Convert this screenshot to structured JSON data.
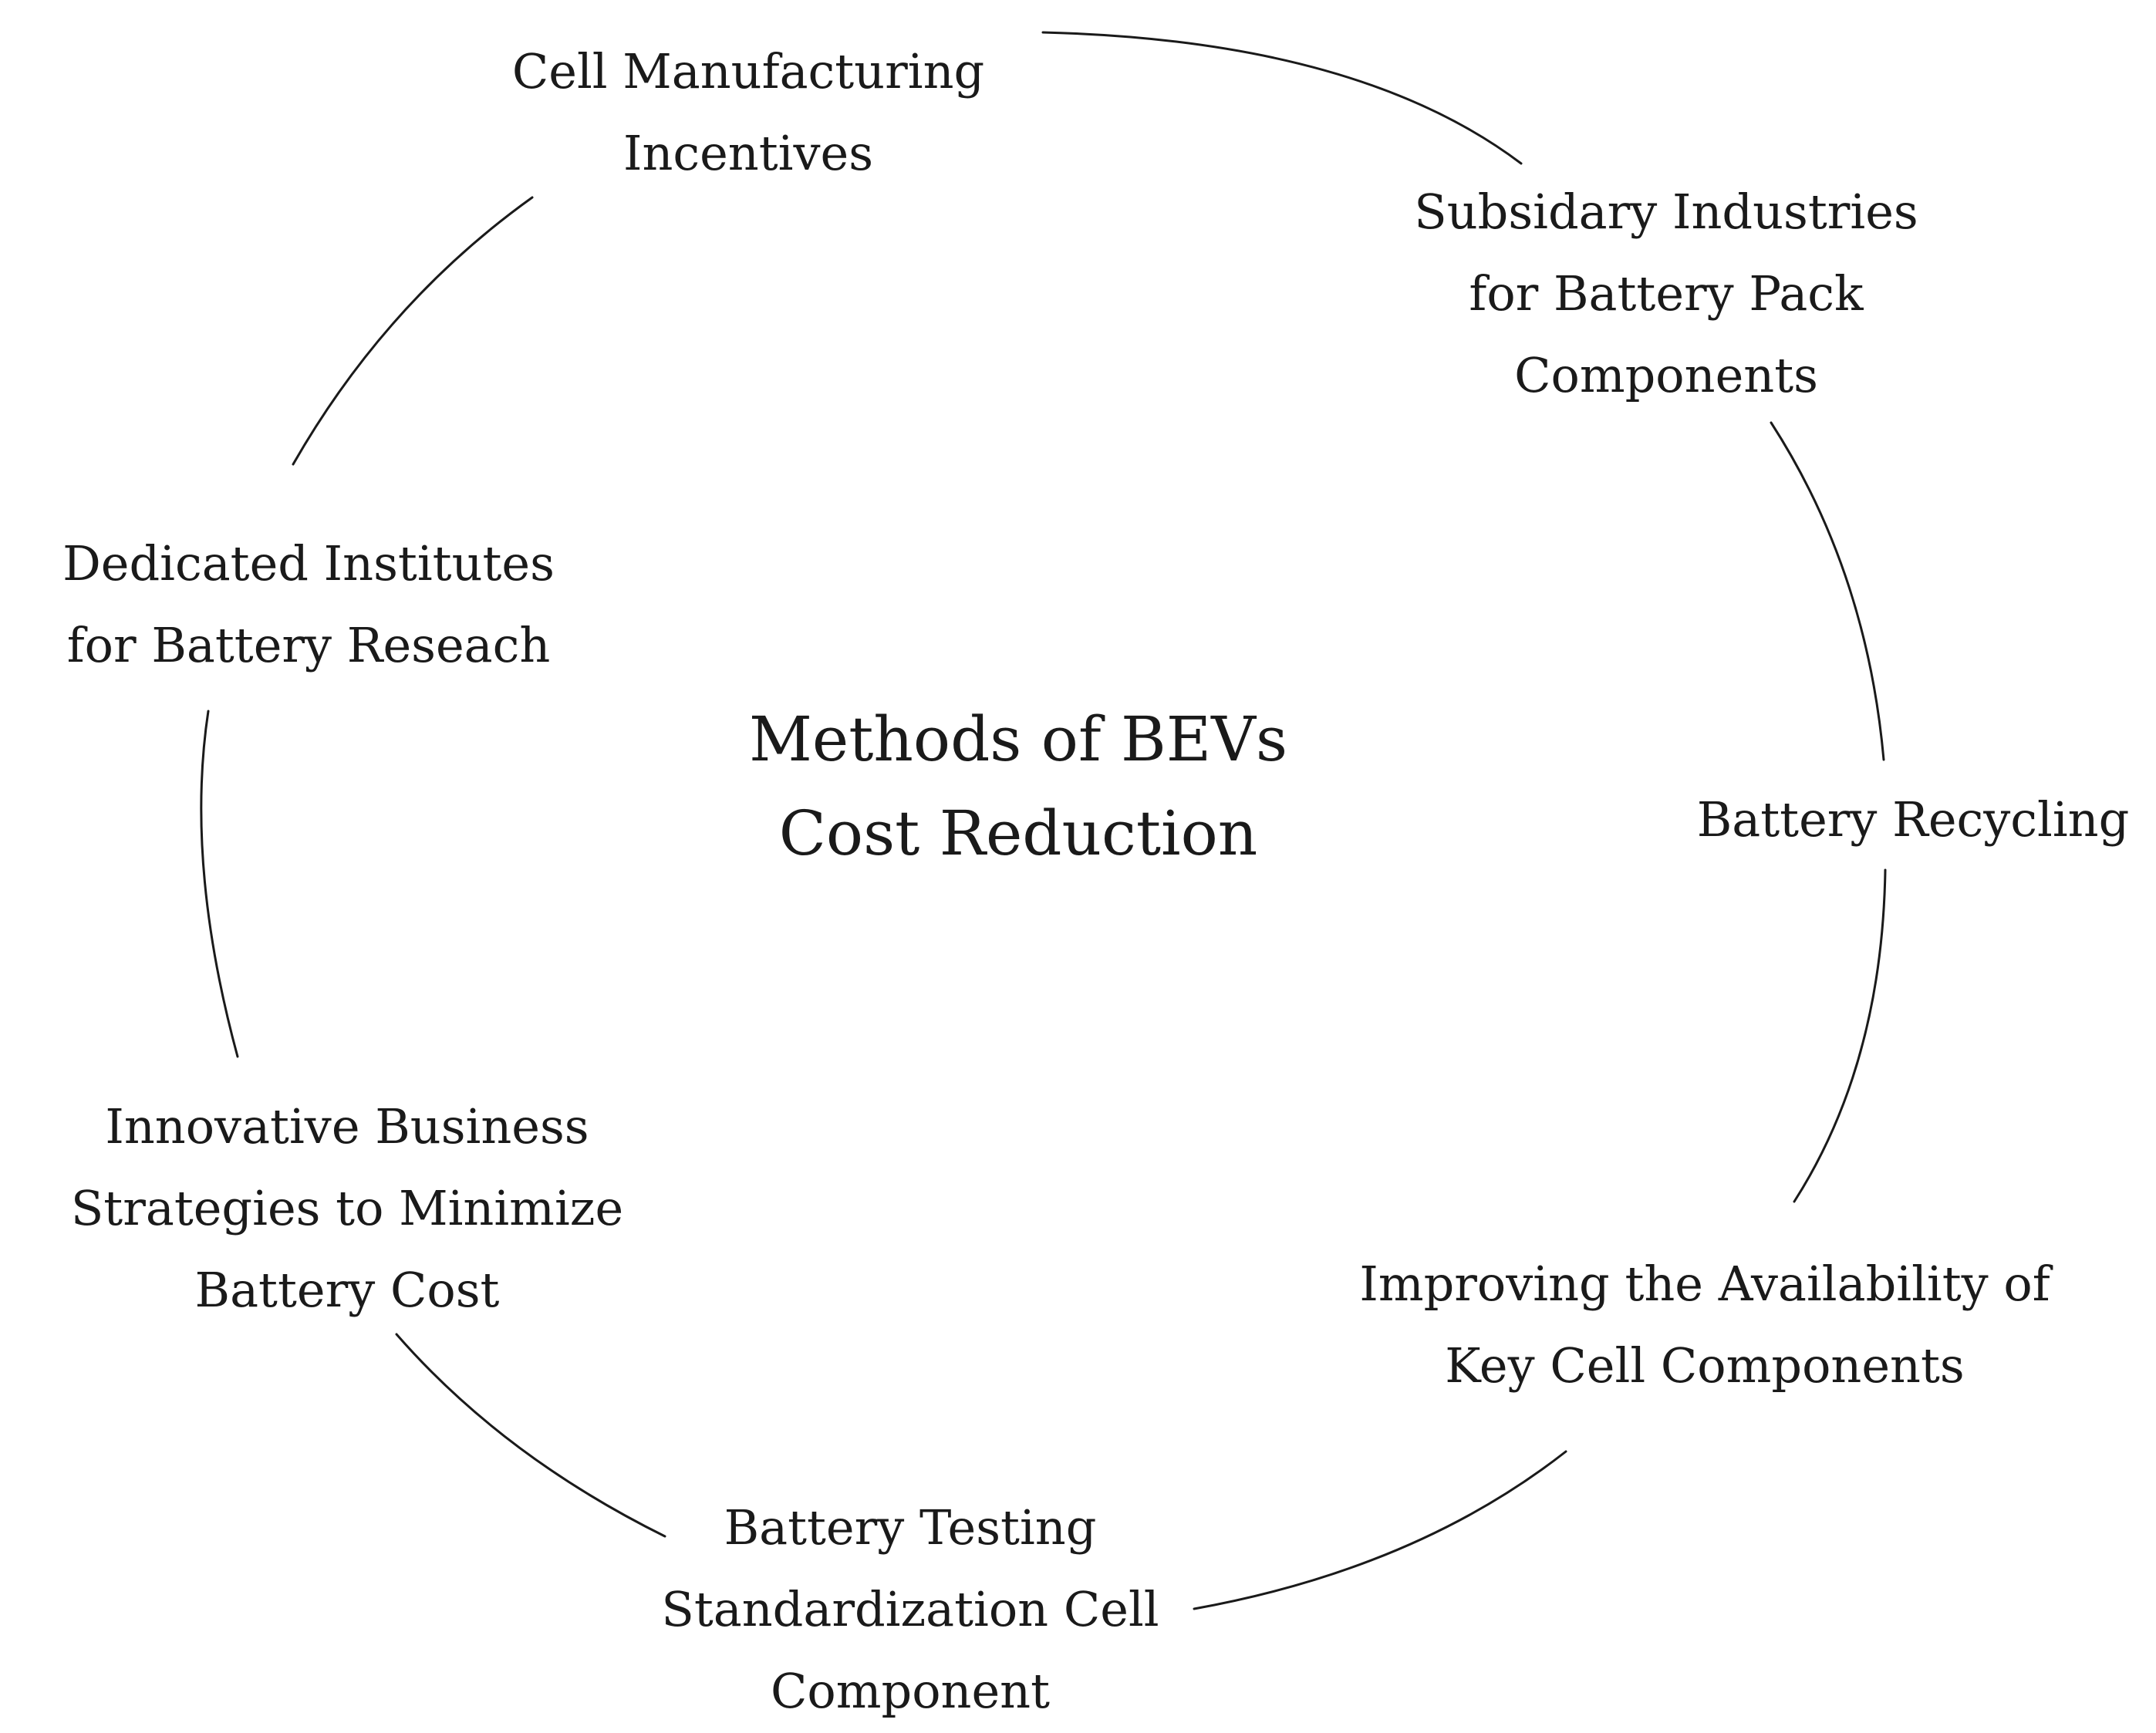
{
  "center": {
    "line1": "Methods of BEVs",
    "line2": "Cost Reduction"
  },
  "nodes": {
    "cell_manufacturing": {
      "line1": "Cell Manufacturing",
      "line2": "Incentives"
    },
    "subsidiary_industries": {
      "line1": "Subsidary Industries",
      "line2": "for Battery Pack",
      "line3": "Components"
    },
    "battery_recycling": {
      "line1": "Battery Recycling"
    },
    "key_cell_components": {
      "line1": "Improving the Availability of",
      "line2": "Key Cell Components"
    },
    "battery_testing": {
      "line1": "Battery Testing",
      "line2": "Standardization Cell",
      "line3": "Component"
    },
    "business_strategies": {
      "line1": "Innovative Business",
      "line2": "Strategies to Minimize",
      "line3": "Battery Cost"
    },
    "dedicated_institutes": {
      "line1": "Dedicated Institutes",
      "line2": "for Battery Reseach"
    }
  }
}
